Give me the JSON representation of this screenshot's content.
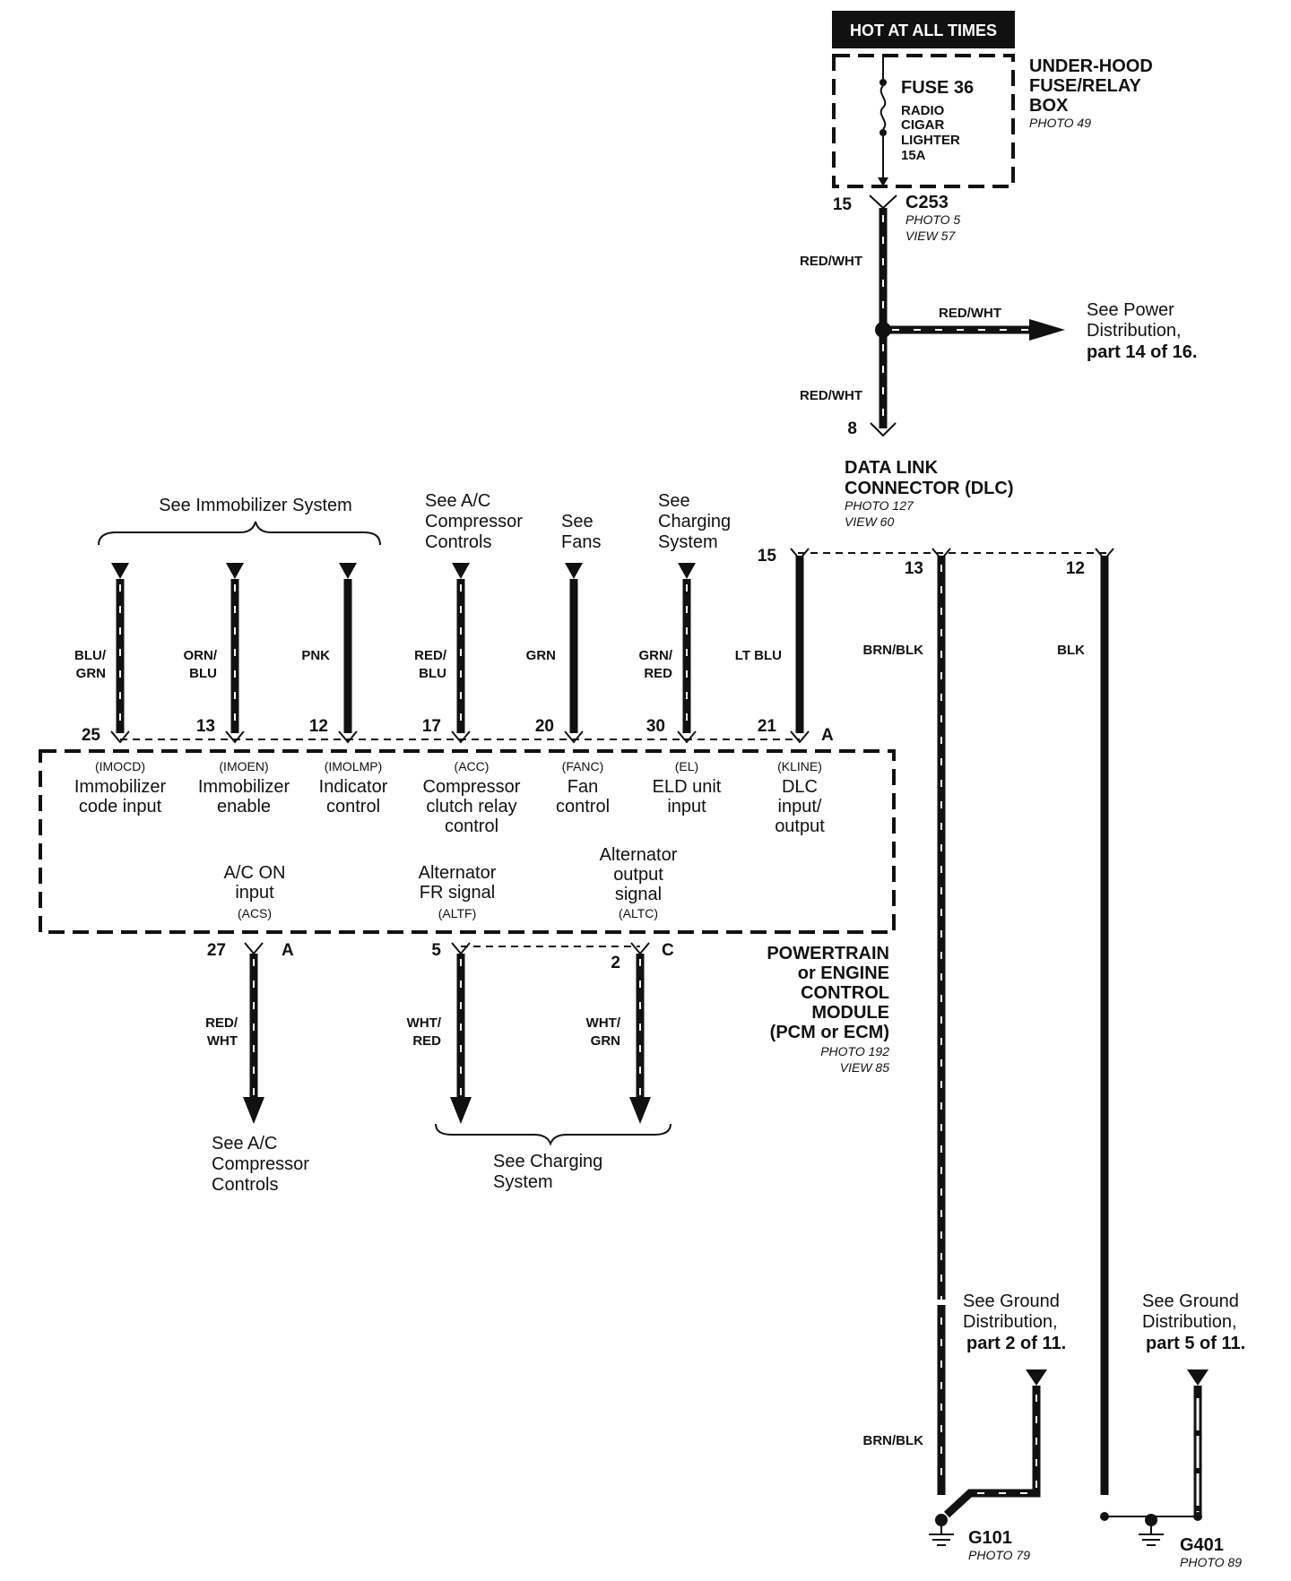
{
  "hot_label": "HOT AT ALL TIMES",
  "fuse_box": {
    "name": [
      "UNDER-HOOD",
      "FUSE/RELAY",
      "BOX"
    ],
    "photo": "PHOTO 49",
    "fuse_title": "FUSE 36",
    "fuse_desc": [
      "RADIO",
      "CIGAR",
      "LIGHTER",
      "15A"
    ]
  },
  "c253": {
    "pin": "15",
    "name": "C253",
    "photo": "PHOTO 5",
    "view": "VIEW 57"
  },
  "upper_wire_1": "RED/WHT",
  "upper_wire_2": "RED/WHT",
  "branch_wire": "RED/WHT",
  "power_ref": [
    "See Power",
    "Distribution,",
    "part 14 of 16."
  ],
  "dlc_pin_8": "8",
  "dlc": {
    "name": [
      "DATA LINK",
      "CONNECTOR (DLC)"
    ],
    "photo": "PHOTO 127",
    "view": "VIEW 60"
  },
  "top_refs": {
    "immobilizer": "See Immobilizer System",
    "ac": [
      "See A/C",
      "Compressor",
      "Controls"
    ],
    "fans": [
      "See",
      "Fans"
    ],
    "charging": [
      "See",
      "Charging",
      "System"
    ]
  },
  "top_wires": [
    {
      "color": [
        "BLU/",
        "GRN"
      ],
      "pin": "25",
      "signal": "(IMOCD)",
      "desc": [
        "Immobilizer",
        "code input"
      ]
    },
    {
      "color": [
        "ORN/",
        "BLU"
      ],
      "pin": "13",
      "signal": "(IMOEN)",
      "desc": [
        "Immobilizer",
        "enable"
      ]
    },
    {
      "color": [
        "PNK"
      ],
      "pin": "12",
      "signal": "(IMOLMP)",
      "desc": [
        "Indicator",
        "control"
      ]
    },
    {
      "color": [
        "RED/",
        "BLU"
      ],
      "pin": "17",
      "signal": "(ACC)",
      "desc": [
        "Compressor",
        "clutch relay",
        "control"
      ]
    },
    {
      "color": [
        "GRN"
      ],
      "pin": "20",
      "signal": "(FANC)",
      "desc": [
        "Fan",
        "control"
      ]
    },
    {
      "color": [
        "GRN/",
        "RED"
      ],
      "pin": "30",
      "signal": "(EL)",
      "desc": [
        "ELD unit",
        "input"
      ]
    },
    {
      "color": [
        "LT BLU"
      ],
      "pin": "21",
      "signal": "(KLINE)",
      "desc": [
        "DLC",
        "input/",
        "output"
      ]
    }
  ],
  "connector_a_top": "A",
  "dlc_pins": {
    "p15": "15",
    "p13": "13",
    "p12": "12"
  },
  "dlc_wires": {
    "brn_blk": "BRN/BLK",
    "blk": "BLK"
  },
  "bottom_signals": [
    {
      "desc": [
        "A/C ON",
        "input"
      ],
      "signal": "(ACS)",
      "pin": "27",
      "color": [
        "RED/",
        "WHT"
      ]
    },
    {
      "desc": [
        "Alternator",
        "FR signal"
      ],
      "signal": "(ALTF)",
      "pin": "5",
      "color": [
        "WHT/",
        "RED"
      ]
    },
    {
      "desc": [
        "Alternator",
        "output",
        "signal"
      ],
      "signal": "(ALTC)",
      "pin": "2",
      "color": [
        "WHT/",
        "GRN"
      ]
    }
  ],
  "connector_a_bottom": "A",
  "connector_c": "C",
  "pcm": {
    "name": [
      "POWERTRAIN",
      "or ENGINE",
      "CONTROL",
      "MODULE",
      "(PCM or ECM)"
    ],
    "photo": "PHOTO 192",
    "view": "VIEW 85"
  },
  "bottom_refs": {
    "ac": [
      "See A/C",
      "Compressor",
      "Controls"
    ],
    "charging": [
      "See Charging",
      "System"
    ]
  },
  "ground_refs": {
    "g101_ref": [
      "See Ground",
      "Distribution,",
      "part 2 of 11."
    ],
    "g401_ref": [
      "See Ground",
      "Distribution,",
      "part 5 of 11."
    ]
  },
  "lower_brn_blk": "BRN/BLK",
  "g101": {
    "name": "G101",
    "photo": "PHOTO 79"
  },
  "g401": {
    "name": "G401",
    "photo": "PHOTO 89"
  }
}
